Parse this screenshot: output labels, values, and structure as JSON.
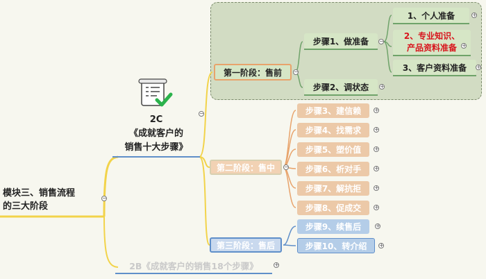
{
  "root": {
    "label_line1": "模块三、销售流程",
    "label_line2": "的三大阶段"
  },
  "center": {
    "code": "2C",
    "title_line1": "《成就客户的",
    "title_line2": "销售十大步骤》"
  },
  "stages": [
    {
      "label": "第一阶段：售前"
    },
    {
      "label": "第二阶段：售中"
    },
    {
      "label": "第三阶段：售后"
    }
  ],
  "steps_pre": [
    {
      "label": "步骤1、做准备"
    },
    {
      "label": "步骤2、调状态"
    }
  ],
  "prep_items": [
    {
      "label": "1、个人准备"
    },
    {
      "label_line1": "2、专业知识、",
      "label_line2": "产品资料准备"
    },
    {
      "label": "3、客户资料准备"
    }
  ],
  "steps_mid": [
    {
      "label": "步骤3、建信赖"
    },
    {
      "label": "步骤4、找需求"
    },
    {
      "label": "步骤5、塑价值"
    },
    {
      "label": "步骤6、析对手"
    },
    {
      "label": "步骤7、解抗拒"
    },
    {
      "label": "步骤8、促成交"
    }
  ],
  "steps_post": [
    {
      "label": "步骤9、续售后"
    },
    {
      "label": "步骤10、转介绍"
    }
  ],
  "sibling": {
    "label": "2B《成就客户的销售18个步骤》"
  },
  "colors": {
    "trunk": "#f2d34a",
    "green": "#6fa36a",
    "orange": "#e8a36b",
    "blue": "#5f8fc9",
    "highlight": "#d8141c"
  },
  "icons": {
    "center": "checklist-scroll-icon",
    "toggle": "circle-toggle-icon"
  }
}
